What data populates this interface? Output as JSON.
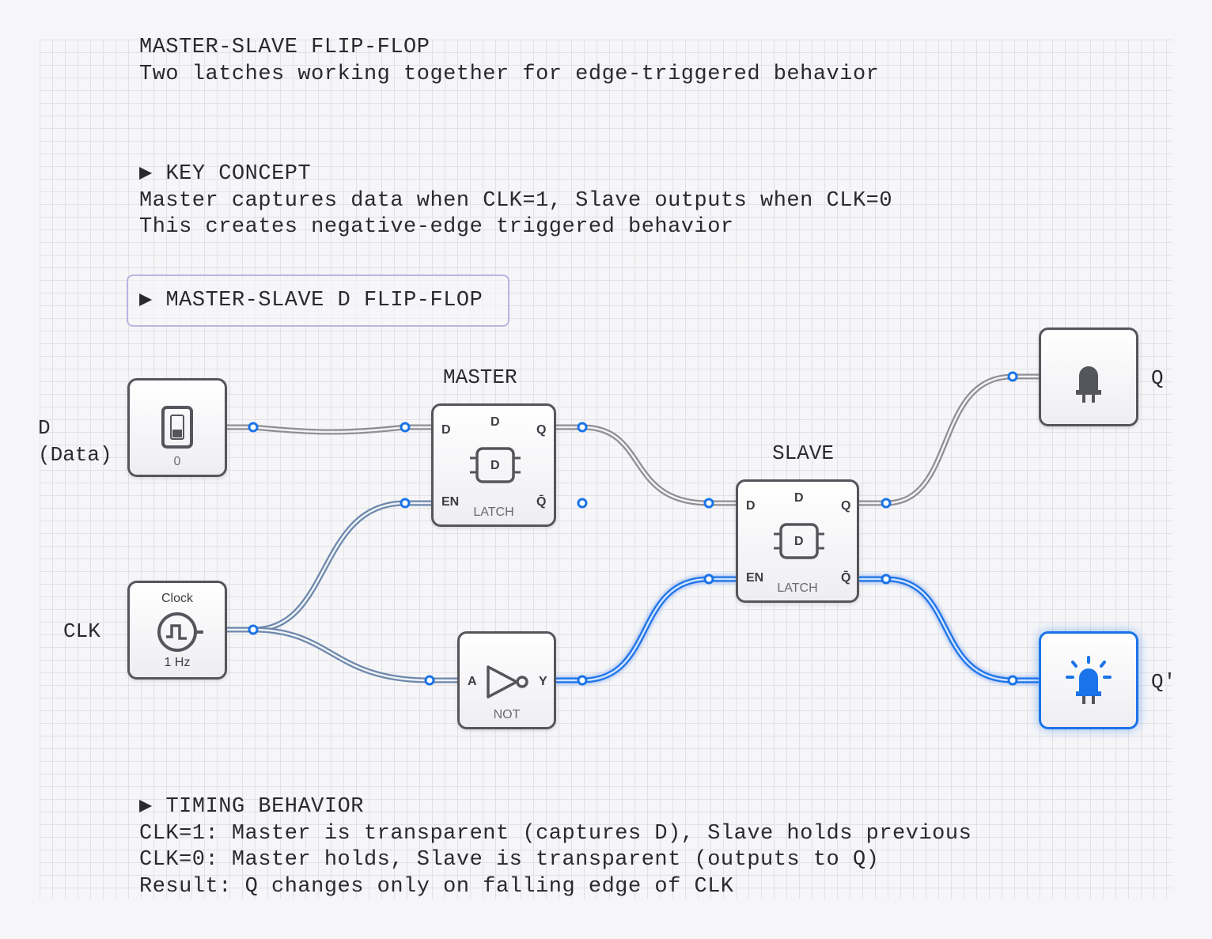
{
  "header": {
    "title": "MASTER-SLAVE FLIP-FLOP",
    "subtitle": "Two latches working together for edge-triggered behavior"
  },
  "key_concept": {
    "heading": "▶ KEY CONCEPT",
    "line1": "Master captures data when CLK=1, Slave outputs when CLK=0",
    "line2": "This creates negative-edge triggered behavior"
  },
  "circuit_section": {
    "label": "▶ MASTER-SLAVE D FLIP-FLOP"
  },
  "inputs": {
    "d_label": "D\n(Data)",
    "switch_value": "0",
    "clk_label": "CLK",
    "clock_title": "Clock",
    "clock_freq": "1 Hz"
  },
  "master": {
    "title": "MASTER",
    "pin_d": "D",
    "pin_en": "EN",
    "pin_q": "Q",
    "pin_qbar": "Q̄",
    "top_label": "D",
    "chip_label": "D",
    "type": "LATCH"
  },
  "slave": {
    "title": "SLAVE",
    "pin_d": "D",
    "pin_en": "EN",
    "pin_q": "Q",
    "pin_qbar": "Q̄",
    "top_label": "D",
    "chip_label": "D",
    "type": "LATCH"
  },
  "not_gate": {
    "pin_a": "A",
    "pin_y": "Y",
    "type": "NOT"
  },
  "outputs": {
    "q_label": "Q",
    "qbar_label": "Q'",
    "q_state": "off",
    "qbar_state": "on"
  },
  "timing": {
    "heading": "▶ TIMING BEHAVIOR",
    "line1": "CLK=1: Master is transparent (captures D), Slave holds previous",
    "line2": "CLK=0: Master holds, Slave is transparent (outputs to Q)",
    "line3": "Result: Q changes only on falling edge of CLK"
  },
  "colors": {
    "active": "#1a73e8",
    "inactive_wire": "#9a9aa0",
    "clock_wire": "#7088aa",
    "border": "#55555c"
  }
}
